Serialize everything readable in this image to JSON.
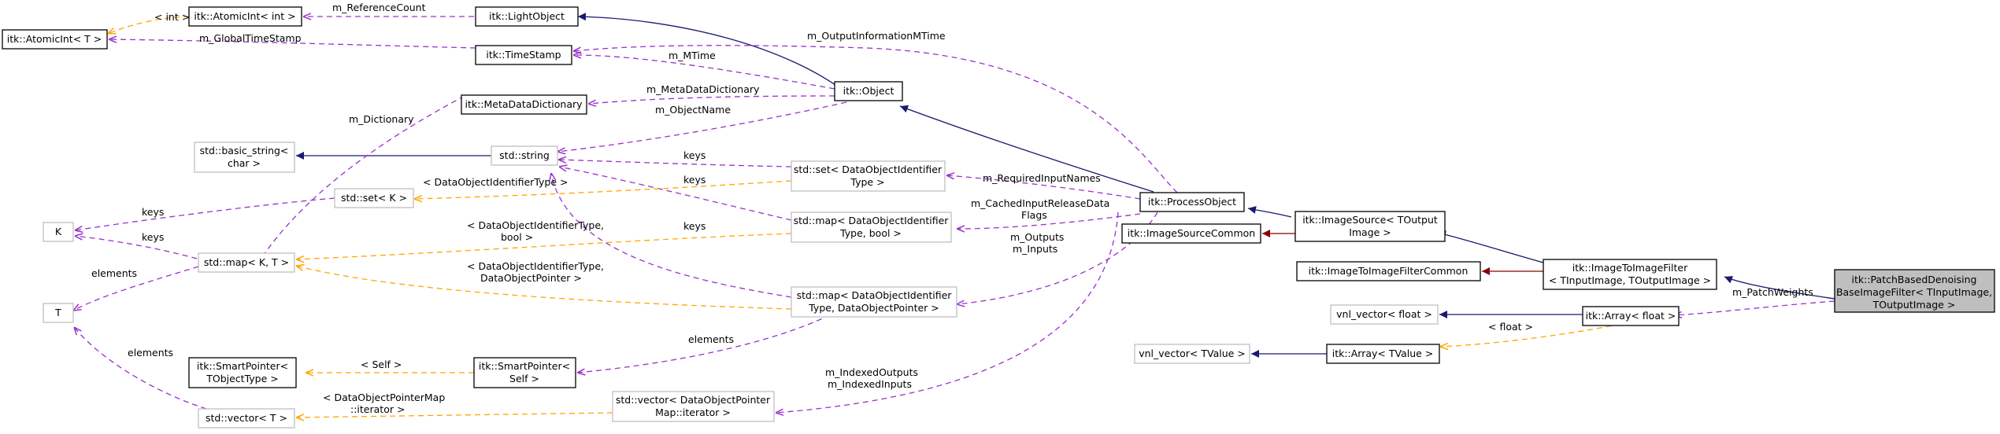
{
  "nodes": {
    "atomicint_int": "itk::AtomicInt< int >",
    "lightobject": "itk::LightObject",
    "atomicint_t": "itk::AtomicInt< T >",
    "timestamp": "itk::TimeStamp",
    "metadatadictionary": "itk::MetaDataDictionary",
    "object": "itk::Object",
    "basic_string": [
      "std::basic_string<",
      "char >"
    ],
    "string": "std::string",
    "set_doid": [
      "std::set< DataObjectIdentifier",
      "Type >"
    ],
    "processobject": "itk::ProcessObject",
    "set_k": "std::set< K >",
    "k": "K",
    "map_kt": "std::map< K, T >",
    "map_doid_bool": [
      "std::map< DataObjectIdentifier",
      "Type, bool >"
    ],
    "imagesource": [
      "itk::ImageSource< TOutput",
      "Image >"
    ],
    "imagesourcecommon": "itk::ImageSourceCommon",
    "imagetoimagefilter": [
      "itk::ImageToImageFilter",
      "< TInputImage, TOutputImage >"
    ],
    "imagetoimagefiltercommon": "itk::ImageToImageFilterCommon",
    "t": "T",
    "map_doid_dop": [
      "std::map< DataObjectIdentifier",
      "Type, DataObjectPointer >"
    ],
    "patchbased": [
      "itk::PatchBasedDenoising",
      "BaseImageFilter< TInputImage,",
      "TOutputImage >"
    ],
    "vnl_float": "vnl_vector< float >",
    "array_float": "itk::Array< float >",
    "smartpointer_t": [
      "itk::SmartPointer<",
      "TObjectType >"
    ],
    "smartpointer_self": [
      "itk::SmartPointer<",
      "Self >"
    ],
    "vnl_tvalue": "vnl_vector< TValue >",
    "array_tvalue": "itk::Array< TValue >",
    "vector_t": "std::vector< T >",
    "vector_dop": [
      "std::vector< DataObjectPointer",
      "Map::iterator >"
    ]
  },
  "edge_labels": {
    "int": "< int >",
    "m_ReferenceCount": "m_ReferenceCount",
    "m_GlobalTimeStamp": "m_GlobalTimeStamp",
    "m_OutputInformationMTime": "m_OutputInformationMTime",
    "m_MTime": "m_MTime",
    "m_MetaDataDictionary": "m_MetaDataDictionary",
    "m_Dictionary": "m_Dictionary",
    "m_ObjectName": "m_ObjectName",
    "keys_set": "keys",
    "keys_map": "keys",
    "keys_map2": "keys",
    "keys_setk": "keys",
    "keys_mapkt": "keys",
    "m_RequiredInputNames": "m_RequiredInputNames",
    "doid_type": "< DataObjectIdentifierType >",
    "doid_bool": [
      "< DataObjectIdentifierType,",
      "bool >"
    ],
    "m_CachedInputReleaseDataFlags": [
      "m_CachedInputReleaseData",
      "Flags"
    ],
    "outputs_inputs": [
      "m_Outputs",
      "m_Inputs"
    ],
    "doid_dop": [
      "< DataObjectIdentifierType,",
      "DataObjectPointer >"
    ],
    "elements_t": "elements",
    "elements_sp": "elements",
    "elements_vec": "elements",
    "m_PatchWeights": "m_PatchWeights",
    "float": "< float >",
    "self": "< Self >",
    "indexed": [
      "m_IndexedOutputs",
      "m_IndexedInputs"
    ],
    "dop_iter": [
      "< DataObjectPointerMap",
      "::iterator >"
    ]
  }
}
